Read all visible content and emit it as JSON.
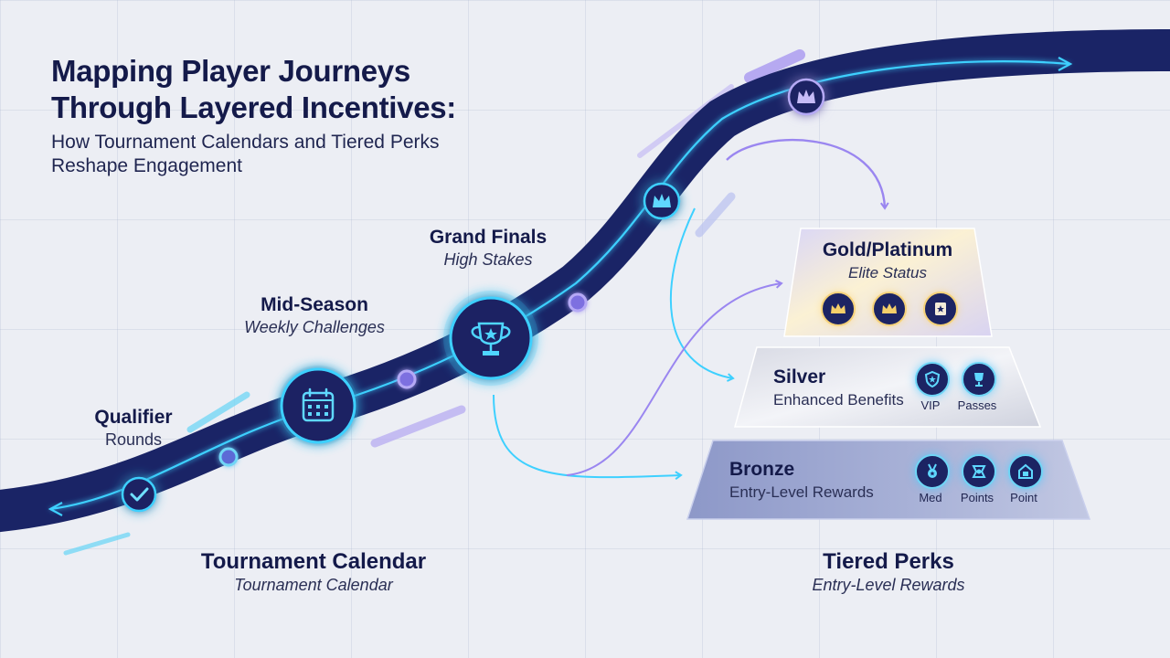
{
  "header": {
    "title_line1": "Mapping Player Journeys",
    "title_line2": "Through Layered Incentives:",
    "subtitle_line1": "How Tournament Calendars and Tiered Perks",
    "subtitle_line2": "Reshape Engagement"
  },
  "stages": {
    "qualifier": {
      "title": "Qualifier",
      "subtitle": "Rounds"
    },
    "mid_season": {
      "title": "Mid-Season",
      "subtitle": "Weekly Challenges"
    },
    "grand_finals": {
      "title": "Grand Finals",
      "subtitle": "High Stakes"
    }
  },
  "tiers": {
    "gold": {
      "name": "Gold/Platinum",
      "subtitle": "Elite Status"
    },
    "silver": {
      "name": "Silver",
      "subtitle": "Enhanced Benefits",
      "badges": [
        "VIP",
        "Passes"
      ]
    },
    "bronze": {
      "name": "Bronze",
      "subtitle": "Entry-Level Rewards",
      "badges": [
        "Med",
        "Points",
        "Point"
      ]
    }
  },
  "sections": {
    "calendar": {
      "title": "Tournament Calendar",
      "subtitle": "Tournament Calendar"
    },
    "perks": {
      "title": "Tiered Perks",
      "subtitle": "Entry-Level Rewards"
    }
  },
  "colors": {
    "road": "#1a2466",
    "glow": "#3ed0ff",
    "accent_violet": "#9a86f0",
    "gold": "#f4cf6a"
  },
  "icons": {
    "qualifier_node": "check-icon",
    "mid_season_node": "calendar-icon",
    "grand_finals_node": "trophy-icon",
    "road_nodes": "crown-icon",
    "gold_badges": [
      "crown-icon",
      "crown-icon",
      "star-card-icon"
    ],
    "silver_badges": [
      "vip-shield-icon",
      "trophy-icon"
    ],
    "bronze_badges": [
      "medal-icon",
      "points-icon",
      "point-icon"
    ]
  }
}
